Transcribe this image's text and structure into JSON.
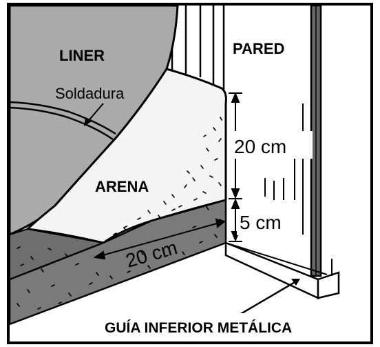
{
  "labels": {
    "liner": "LINER",
    "weld": "Soldadura",
    "wall": "PARED",
    "sand": "ARENA",
    "sand_height": "20 cm",
    "base_height": "5 cm",
    "sand_width": "20 cm",
    "bottom_guide": "GUÍA INFERIOR METÁLICA"
  },
  "colors": {
    "liner": "#aaaaaa",
    "sand": "#f4f4f4",
    "gravel": "#6e6e6e",
    "outline": "#000000",
    "background": "#ffffff"
  }
}
